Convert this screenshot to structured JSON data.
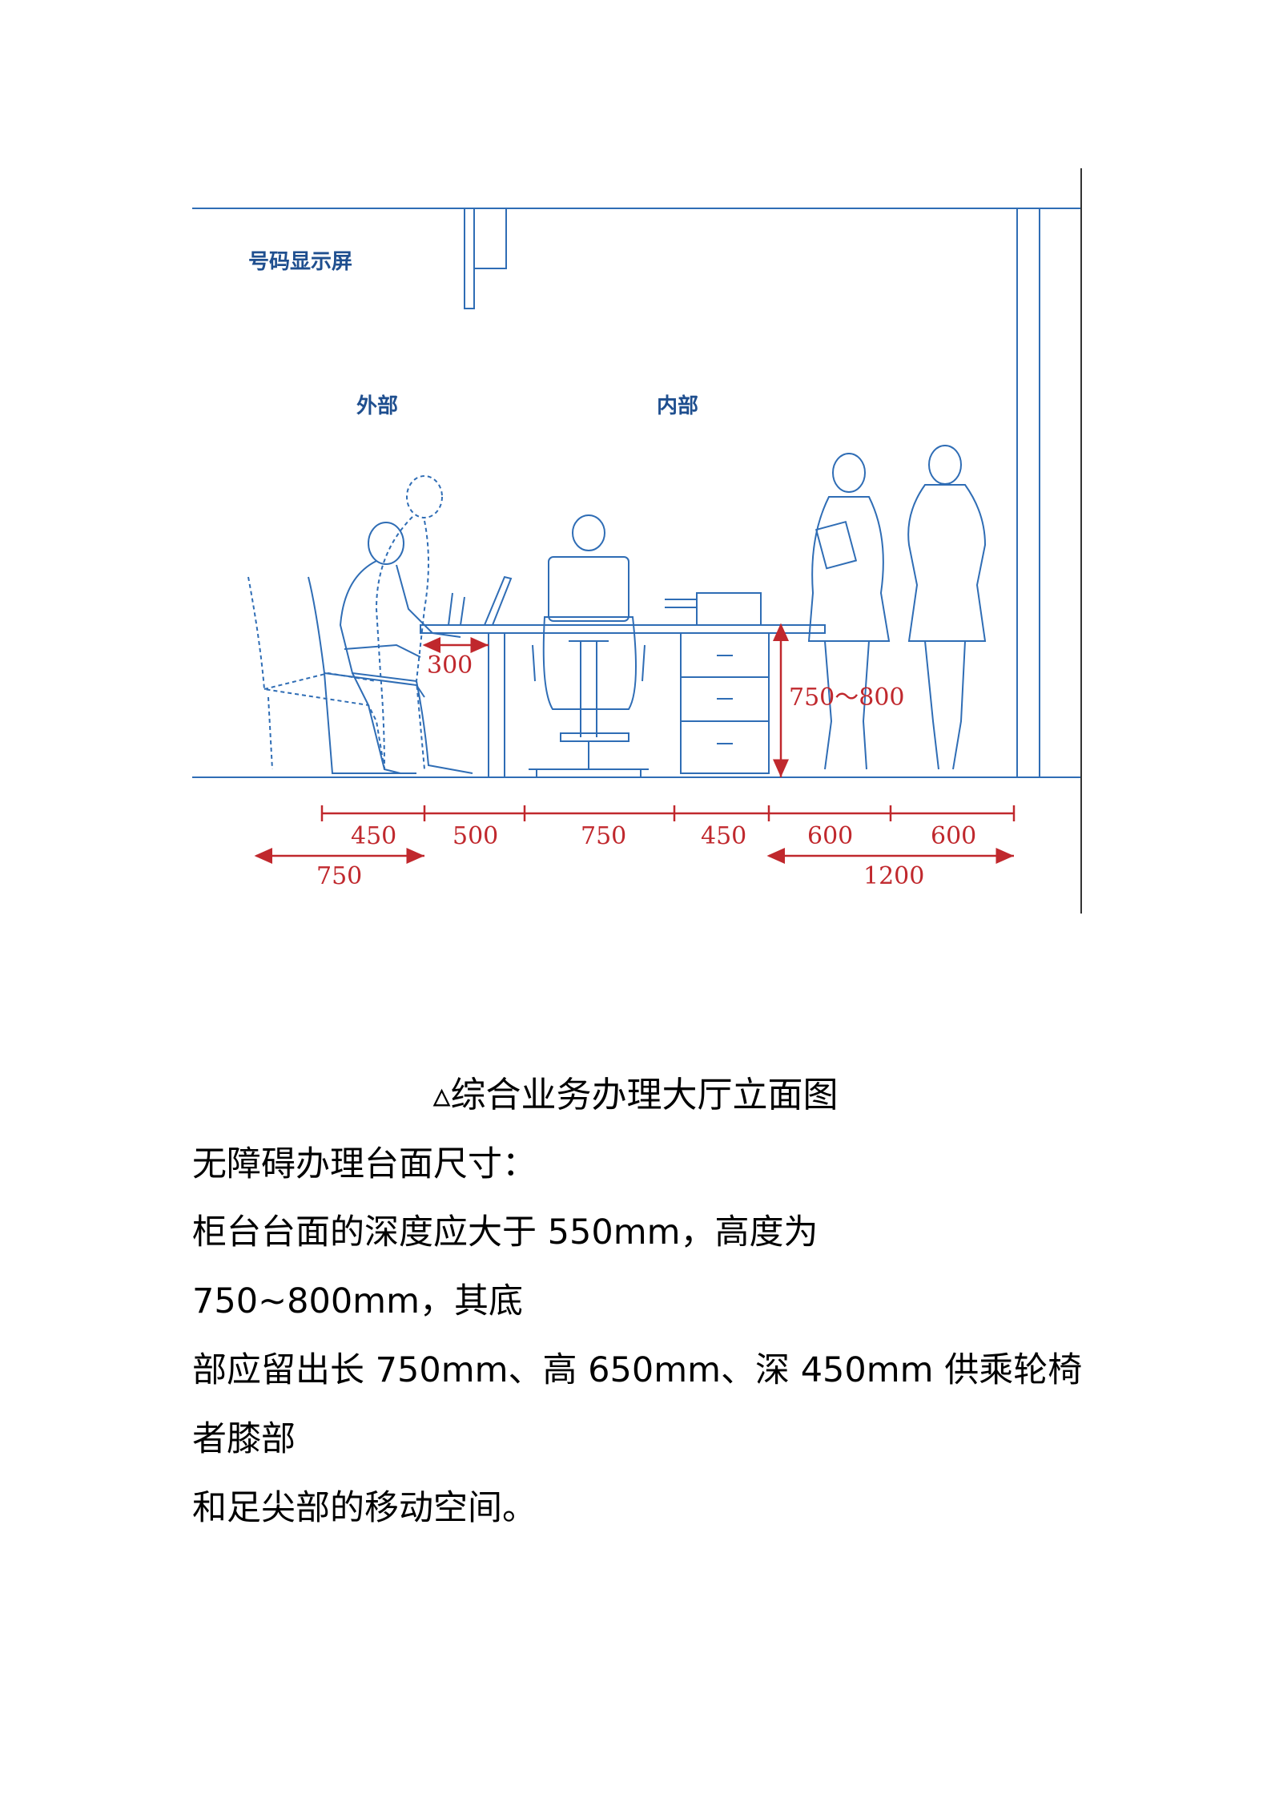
{
  "figure": {
    "label_display": "号码显示屏",
    "label_outside": "外部",
    "label_inside": "内部",
    "dim_knee": "300",
    "dim_height": "750～800",
    "dims_row1": [
      "450",
      "500",
      "750",
      "450",
      "600",
      "600"
    ],
    "dims_row2": [
      "750",
      "1200"
    ],
    "colors": {
      "line": "#2f6db5",
      "dimension": "#c0282d",
      "label": "#1f4f8f"
    }
  },
  "caption": "▵综合业务办理大厅立面图",
  "heading": "无障碍办理台面尺寸：",
  "body_lines": [
    "柜台台面的深度应大于 550mm，高度为 750~800mm，其底",
    "部应留出长 750mm、高 650mm、深 450mm 供乘轮椅者膝部",
    "和足尖部的移动空间。"
  ]
}
